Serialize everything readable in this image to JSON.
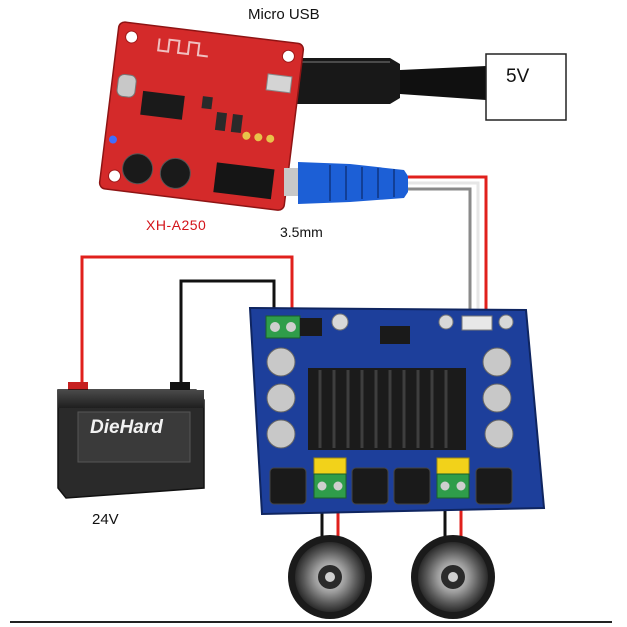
{
  "labels": {
    "usb": "Micro USB",
    "supply": "5V",
    "module": "XH-A250",
    "jack": "3.5mm",
    "battery": "24V",
    "battery_brand": "DieHard"
  },
  "colors": {
    "bt_board": "#d42a2a",
    "amp_board": "#1d3f9b",
    "heatsink": "#1b1b1b",
    "wire_red": "#e0201c",
    "wire_black": "#111111",
    "wire_gray": "#8a8a8a",
    "battery_body": "#2a2a2a",
    "plug_blue": "#1c5fd6"
  },
  "icons": {
    "battery": "car-battery-icon",
    "speaker": "speaker-icon"
  }
}
